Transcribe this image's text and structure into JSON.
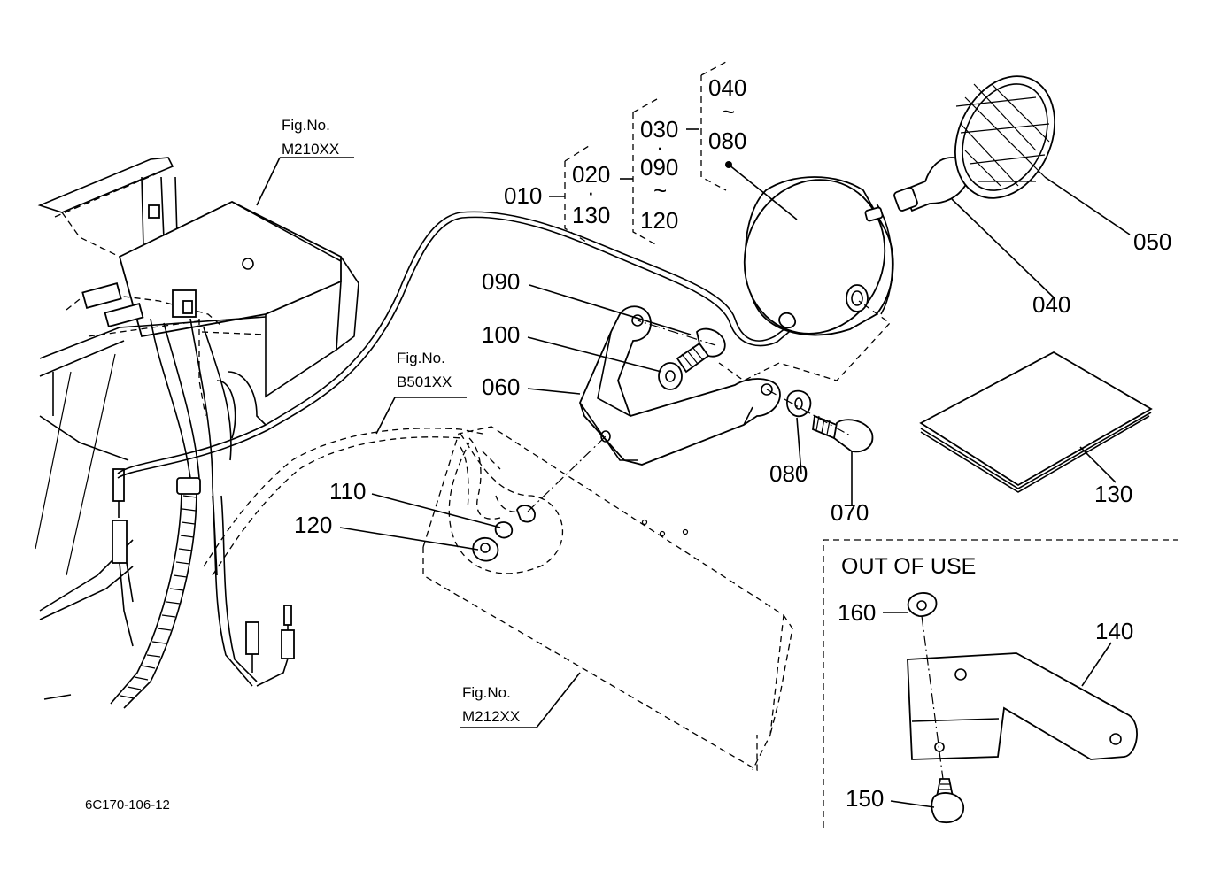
{
  "figure_refs": [
    {
      "title": "Fig.No.",
      "code": "M210XX"
    },
    {
      "title": "Fig.No.",
      "code": "B501XX"
    },
    {
      "title": "Fig.No.",
      "code": "M212XX"
    }
  ],
  "assembly_group": {
    "root": "010",
    "level1": [
      "020",
      "·",
      "130"
    ],
    "level2": [
      "030",
      "·",
      "090",
      "~",
      "120"
    ],
    "level3": [
      "040",
      "~",
      "080"
    ]
  },
  "callouts": [
    "090",
    "100",
    "060",
    "110",
    "120",
    "080",
    "070",
    "050",
    "040",
    "130",
    "160",
    "140",
    "150"
  ],
  "out_of_use": {
    "title": "OUT OF USE"
  },
  "drawing_code": "6C170-106-12"
}
